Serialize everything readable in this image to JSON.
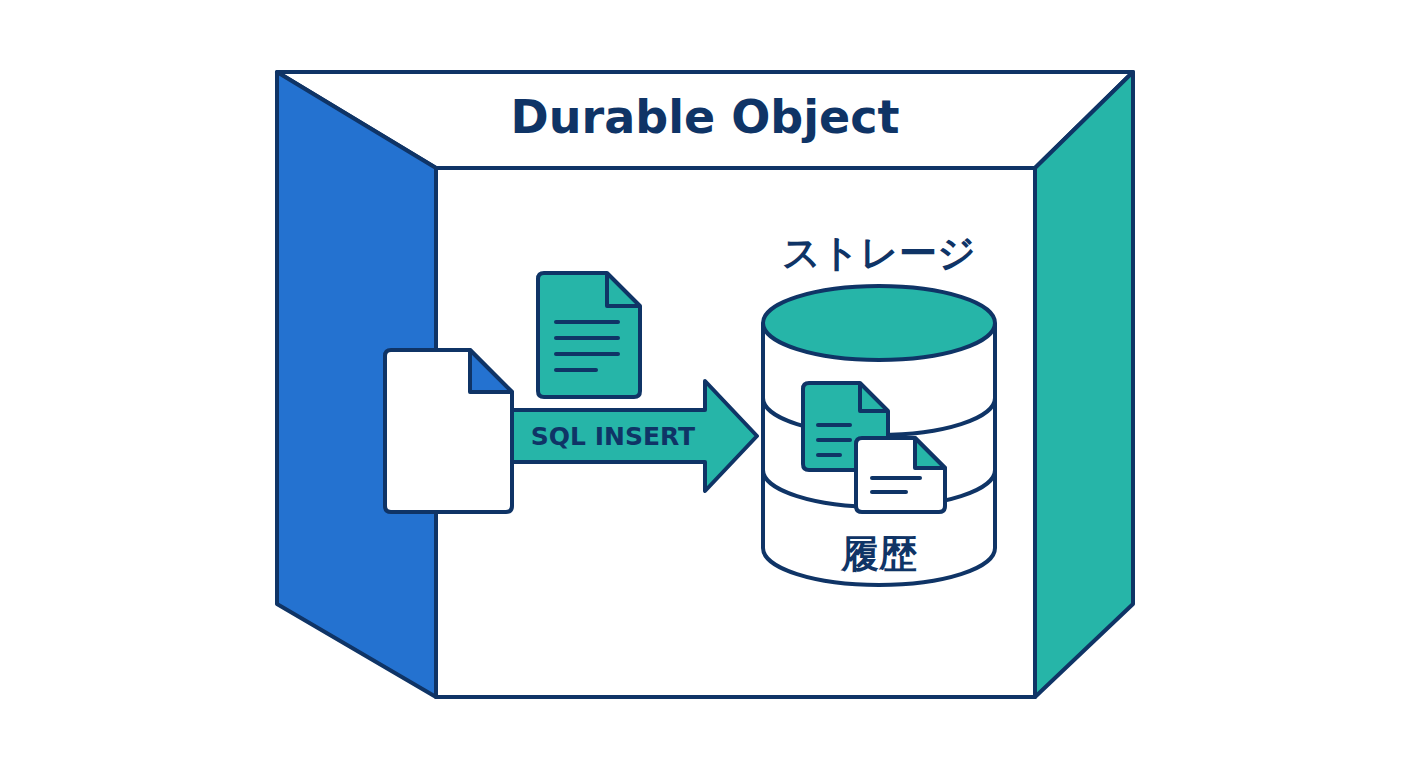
{
  "diagram": {
    "nodes": [
      {
        "text": [
          "Durable Object"
        ]
      },
      {
        "text": [
          "ストレージ",
          "履歴"
        ],
        "in": 0
      }
    ],
    "labels": [
      "SQL INSERT"
    ]
  }
}
